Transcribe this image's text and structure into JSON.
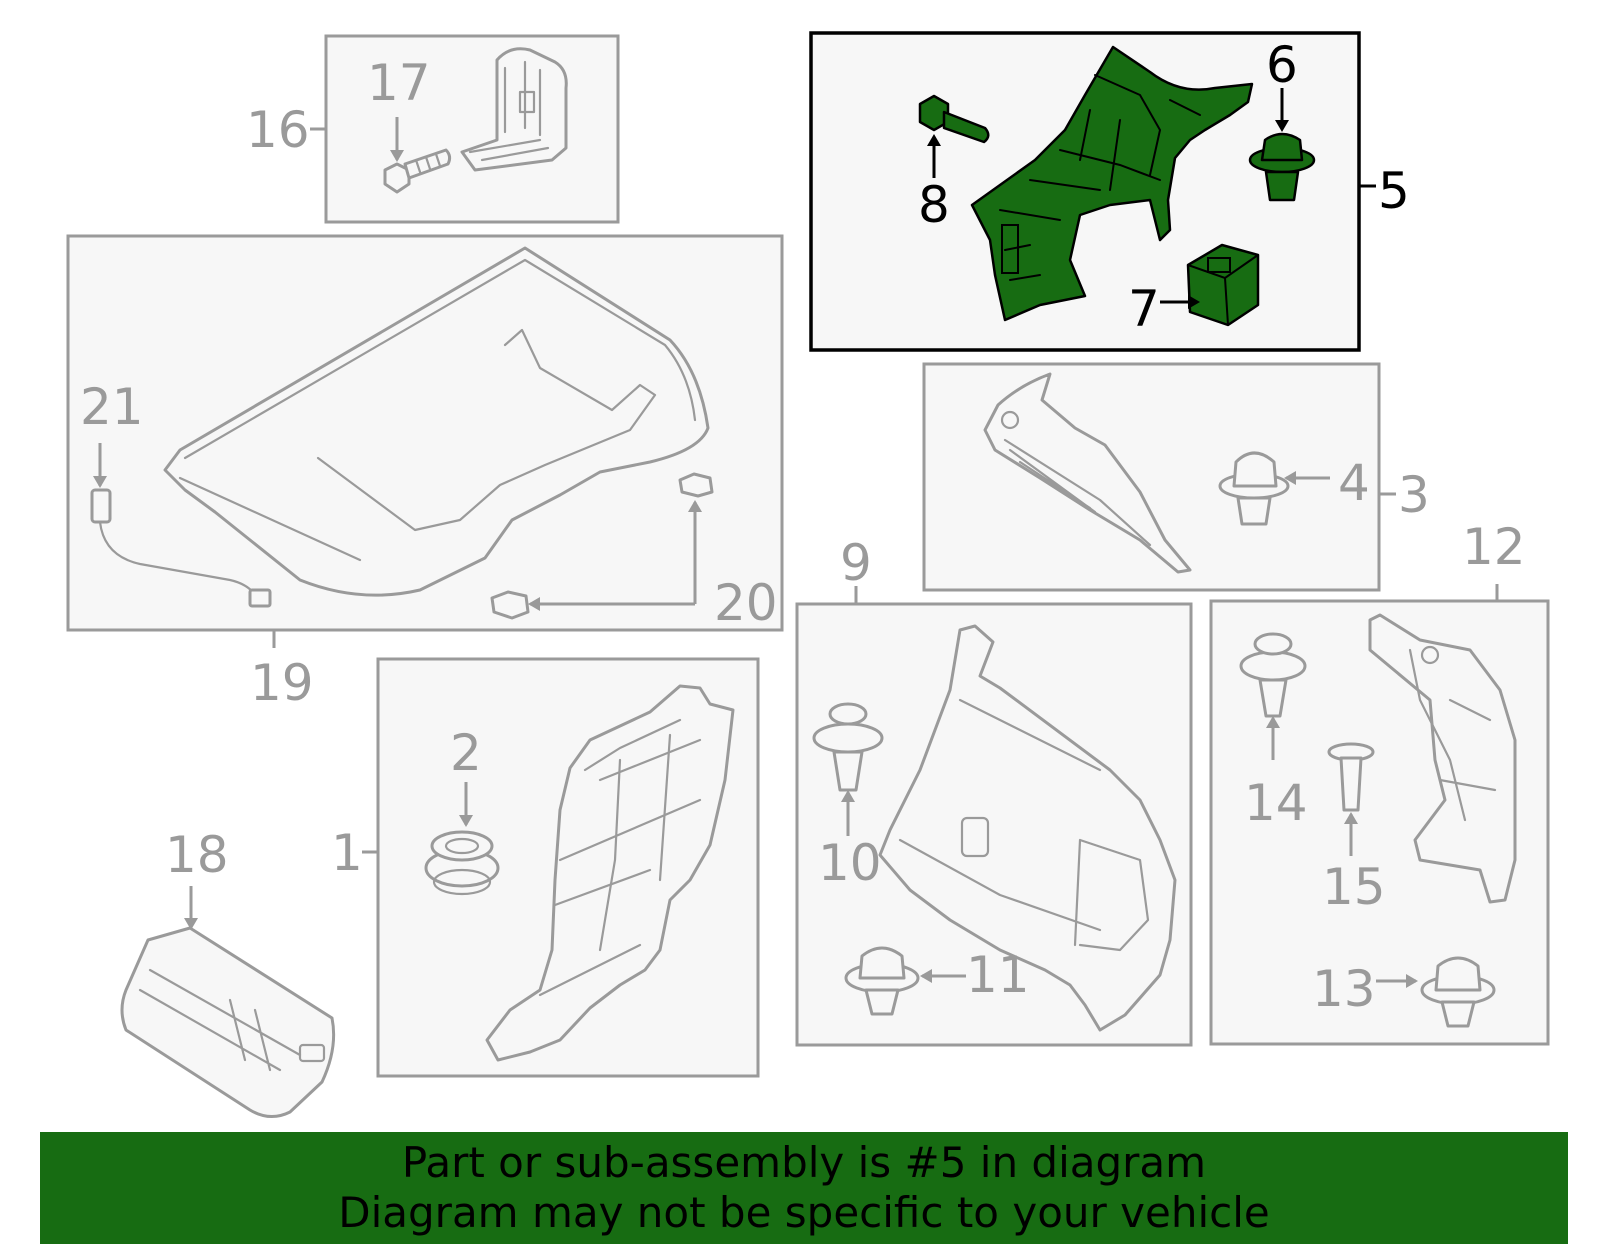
{
  "colors": {
    "highlight": "#176c12",
    "part_grey": "#9a9a9a",
    "box_fill": "#f7f7f7"
  },
  "callouts": {
    "n1": "1",
    "n2": "2",
    "n3": "3",
    "n4": "4",
    "n5": "5",
    "n6": "6",
    "n7": "7",
    "n8": "8",
    "n9": "9",
    "n10": "10",
    "n11": "11",
    "n12": "12",
    "n13": "13",
    "n14": "14",
    "n15": "15",
    "n16": "16",
    "n17": "17",
    "n18": "18",
    "n19": "19",
    "n20": "20",
    "n21": "21"
  },
  "highlighted_part": "5",
  "banner": {
    "line1": "Part or sub-assembly is #5 in diagram",
    "line2": "Diagram may not be specific to your vehicle"
  }
}
